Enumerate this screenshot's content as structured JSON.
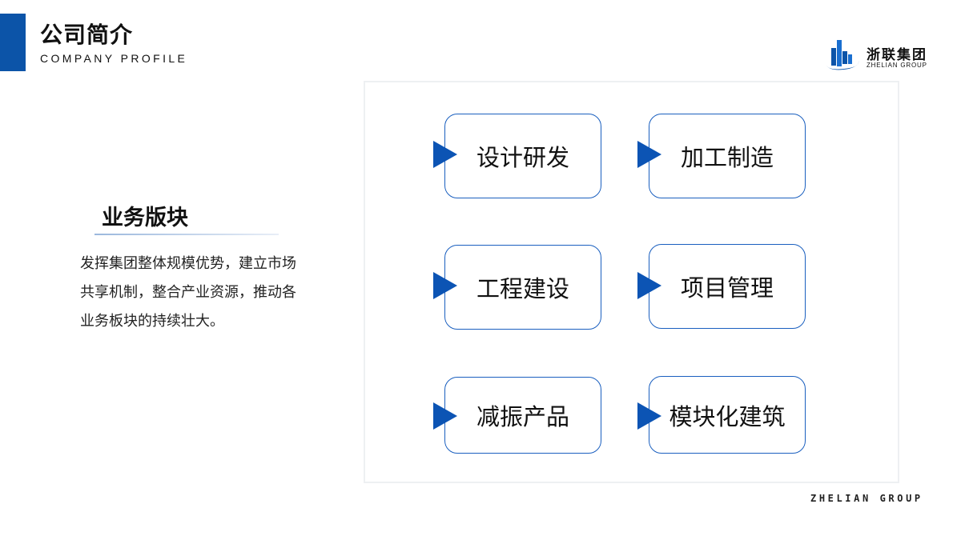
{
  "header": {
    "title": "公司简介",
    "subtitle": "COMPANY PROFILE",
    "accent_color": "#0c54a8"
  },
  "logo": {
    "name_cn": "浙联集团",
    "name_en": "ZHELIAN GROUP"
  },
  "section": {
    "title": "业务版块",
    "description": "发挥集团整体规模优势，建立市场共享机制，整合产业资源，推动各业务板块的持续壮大。"
  },
  "business_units": [
    {
      "label": "设计研发"
    },
    {
      "label": "加工制造"
    },
    {
      "label": "工程建设"
    },
    {
      "label": "项目管理"
    },
    {
      "label": "减振产品"
    },
    {
      "label": "模块化建筑"
    }
  ],
  "footer": {
    "text": "ZHELIAN GROUP"
  }
}
